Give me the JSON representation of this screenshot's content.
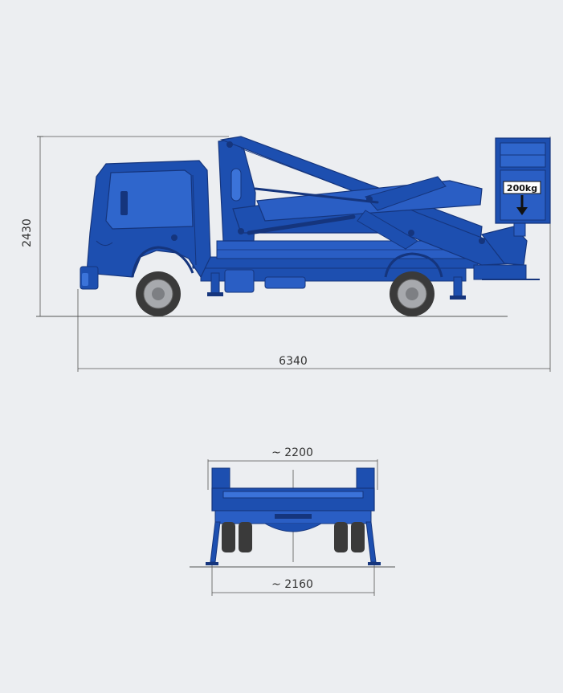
{
  "colors": {
    "background": "#eceef1",
    "truck_body": "#1d4fb0",
    "truck_dark": "#15357d",
    "truck_light": "#3b73d9",
    "dimension_line": "#555555",
    "tire": "#3a3a3a",
    "rim": "#a7a9ad"
  },
  "side_view": {
    "height_label": "2430",
    "length_label": "6340",
    "load_label": "200kg"
  },
  "rear_view": {
    "width_top_label": "~ 2200",
    "width_bottom_label": "~ 2160"
  },
  "icons": [
    "load-arrow-down-icon"
  ]
}
